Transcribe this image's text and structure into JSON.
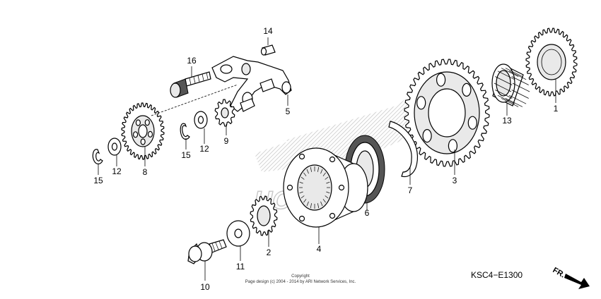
{
  "diagram": {
    "code": "KSC4−E1300",
    "direction": "FR.",
    "copyright_line1": "Copyright",
    "copyright_line2": "Page design (c) 2004 - 2014 by ARI Network Services, Inc.",
    "watermark": "HONDA",
    "callouts": {
      "c1": "1",
      "c2": "2",
      "c3": "3",
      "c4": "4",
      "c5": "5",
      "c6": "6",
      "c7": "7",
      "c8": "8",
      "c9": "9",
      "c10": "10",
      "c11": "11",
      "c12a": "12",
      "c12b": "12",
      "c13": "13",
      "c14": "14",
      "c15a": "15",
      "c15b": "15",
      "c16": "16"
    }
  }
}
